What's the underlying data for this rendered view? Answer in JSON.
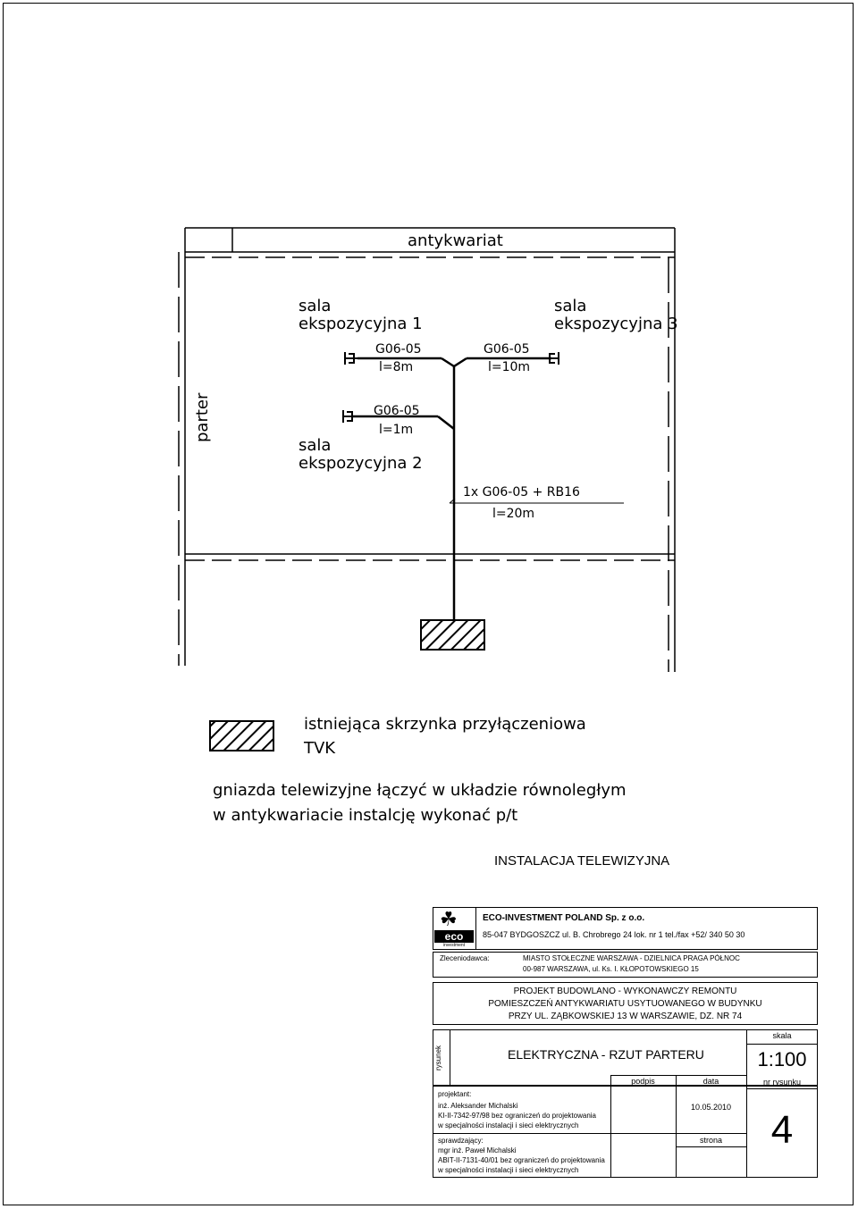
{
  "plan": {
    "zone_top": "antykwariat",
    "floor_label": "parter",
    "room1": [
      "sala",
      "ekspozycyjna 1"
    ],
    "room2": [
      "sala",
      "ekspozycyjna 2"
    ],
    "room3": [
      "sala",
      "ekspozycyjna 3"
    ],
    "cable_left": {
      "type": "G06-05",
      "length": "l=8m"
    },
    "cable_right": {
      "type": "G06-05",
      "length": "l=10m"
    },
    "cable_mid": {
      "type": "G06-05",
      "length": "l=1m"
    },
    "main_cable": {
      "type": "1x G06-05 + RB16",
      "length": "l=20m"
    }
  },
  "legend": {
    "box_label_line1": "istniejąca skrzynka przyłączeniowa",
    "box_label_line2": "TVK",
    "note_line1": "gniazda telewizyjne łączyć w układzie równoległym",
    "note_line2": "w antykwariacie instalcję wykonać p/t"
  },
  "drawing_title": "INSTALACJA TELEWIZYJNA",
  "title_block": {
    "company": "ECO-INVESTMENT POLAND Sp. z o.o.",
    "company_address": "85-047 BYDGOSZCZ ul. B. Chrobrego 24 lok. nr 1   tel./fax +52/ 340 50 30",
    "logo_text": "eco",
    "logo_subtext": "investment",
    "client_label": "Zleceniodawca:",
    "client_line1": "MIASTO STOŁECZNE WARSZAWA - DZIELNICA PRAGA PÓŁNOC",
    "client_line2": "00-987 WARSZAWA,  ul. Ks. I. KŁOPOTOWSKIEGO 15",
    "project_line1": "PROJEKT BUDOWLANO - WYKONAWCZY  REMONTU",
    "project_line2": "POMIESZCZEŃ ANTYKWARIATU  USYTUOWANEGO W BUDYNKU",
    "project_line3": "PRZY UL. ZĄBKOWSKIEJ 13 W WARSZAWIE, DZ. NR 74",
    "drawing_label": "rysunek",
    "drawing_name": "ELEKTRYCZNA - RZUT PARTERU",
    "scale_label": "skala",
    "scale_value": "1:100",
    "col_signature": "podpis",
    "col_date": "data",
    "col_number": "nr rysunku",
    "designer_label": "projektant:",
    "designer_name": "inż. Aleksander Michalski",
    "designer_license": "KI-II-7342-97/98  bez ograniczeń do projektowania",
    "designer_scope": "w specjalności instalacji i sieci elektrycznych",
    "date_value": "10.05.2010",
    "checker_label": "sprawdzający:",
    "checker_name": "mgr inż. Paweł Michalski",
    "checker_license": "ABIT-II-7131-40/01 bez ograniczeń do projektowania",
    "checker_scope": "w specjalności instalacji i sieci elektrycznych",
    "page_label": "strona",
    "drawing_number": "4"
  }
}
